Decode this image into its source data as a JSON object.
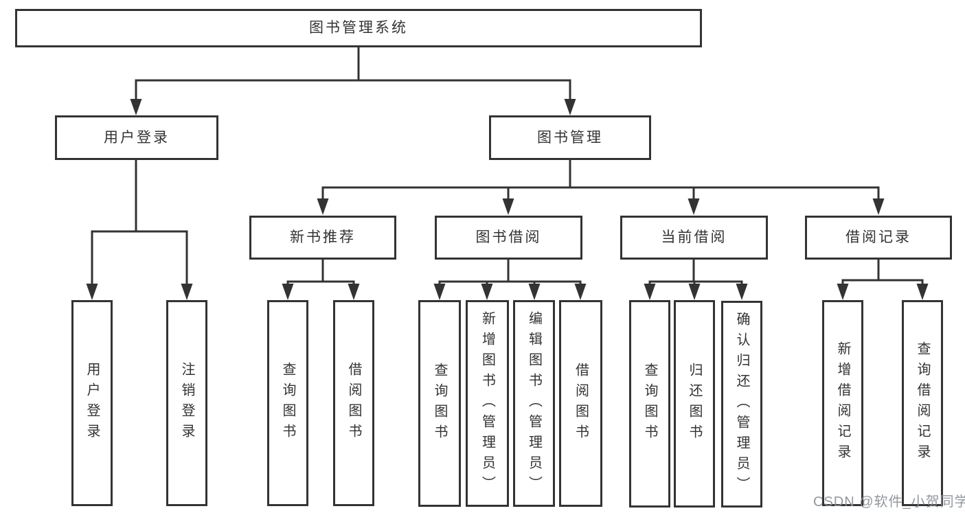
{
  "tree": {
    "root": {
      "label": "图书管理系统"
    },
    "user_login": {
      "label": "用户登录",
      "children": [
        {
          "label": "用户登录"
        },
        {
          "label": "注销登录"
        }
      ]
    },
    "book_management": {
      "label": "图书管理",
      "groups": [
        {
          "label": "新书推荐",
          "children": [
            {
              "label": "查询图书"
            },
            {
              "label": "借阅图书"
            }
          ]
        },
        {
          "label": "图书借阅",
          "children": [
            {
              "label": "查询图书"
            },
            {
              "label": "新增图书（管理员）"
            },
            {
              "label": "编辑图书（管理员）"
            },
            {
              "label": "借阅图书"
            }
          ]
        },
        {
          "label": "当前借阅",
          "children": [
            {
              "label": "查询图书"
            },
            {
              "label": "归还图书"
            },
            {
              "label": "确认归还（管理员）"
            }
          ]
        },
        {
          "label": "借阅记录",
          "children": [
            {
              "label": "新增借阅记录"
            },
            {
              "label": "查询借阅记录"
            }
          ]
        }
      ]
    }
  },
  "watermark": "CSDN @软件_小贺同学",
  "colors": {
    "line": "#333333",
    "text": "#333333",
    "box_fill": "#ffffff",
    "background": "#ffffff",
    "watermark": "#8a8f96"
  }
}
